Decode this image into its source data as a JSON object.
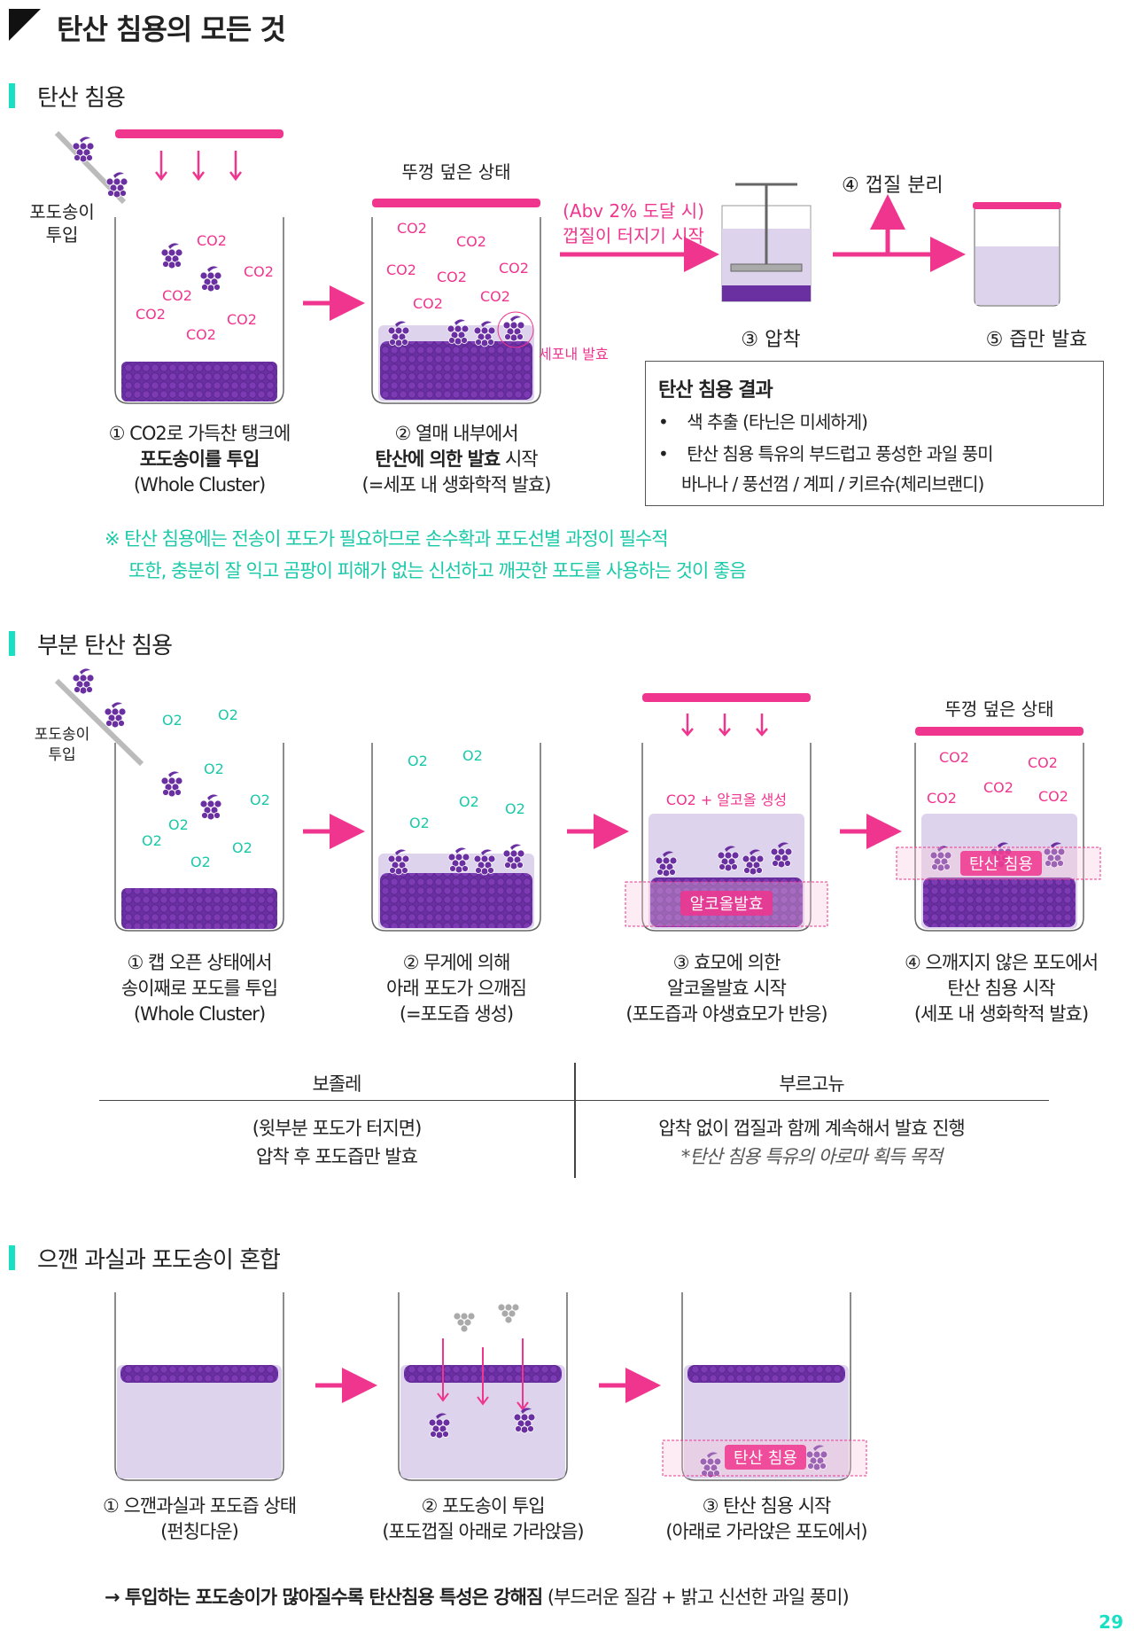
{
  "page": {
    "title": "탄산 침용의 모든 것",
    "page_number": "29"
  },
  "section1": {
    "title": "탄산 침용",
    "insert_label": "포도송이\n투입",
    "co2": "CO2",
    "lid_closed": "뚜껑 덮은 상태",
    "cell_ferment_tag": "세포내 발효",
    "burst_line1": "(Abv 2% 도달 시)",
    "burst_line2": "껍질이 터지기 시작",
    "press_label": "③ 압착",
    "skin_sep_label": "④ 껍질 분리",
    "juice_label": "⑤ 즙만 발효",
    "step1": {
      "line1": "① CO2로 가득찬 탱크에",
      "line2": "포도송이를 투입",
      "line3": "(Whole Cluster)"
    },
    "step2": {
      "line1": "② 열매 내부에서",
      "line2_bold": "탄산에 의한 발효",
      "line2_rest": " 시작",
      "line3": "(=세포 내 생화학적 발효)"
    },
    "result": {
      "title": "탄산 침용 결과",
      "item1": "색 추출 (타닌은 미세하게)",
      "item2": "탄산 침용 특유의 부드럽고 풍성한 과일 풍미",
      "item3": "바나나 / 풍선껌 / 계피 / 키르슈(체리브랜디)"
    },
    "note1": "※ 탄산 침용에는 전송이 포도가 필요하므로 손수확과 포도선별 과정이 필수적",
    "note2": "또한, 충분히 잘 익고 곰팡이 피해가 없는 신선하고 깨끗한 포도를 사용하는 것이 좋음"
  },
  "section2": {
    "title": "부분 탄산 침용",
    "insert_label": "포도송이\n투입",
    "o2": "O2",
    "co2": "CO2",
    "co2_alcohol": "CO2 + 알코올 생성",
    "alcohol_ferment": "알코올발효",
    "carbonic": "탄산 침용",
    "lid_closed": "뚜껑 덮은 상태",
    "step1": {
      "line1": "① 캡 오픈 상태에서",
      "line2": "송이째로 포도를 투입",
      "line3": "(Whole Cluster)"
    },
    "step2": {
      "line1": "② 무게에 의해",
      "line2": "아래 포도가 으깨짐",
      "line3": "(=포도즙 생성)"
    },
    "step3": {
      "line1": "③ 효모에 의한",
      "line2": "알코올발효 시작",
      "line3": "(포도즙과 야생효모가 반응)"
    },
    "step4": {
      "line1": "④ 으깨지지 않은 포도에서",
      "line2": "탄산 침용 시작",
      "line3": "(세포 내 생화학적 발효)"
    },
    "table": {
      "col1_header": "보졸레",
      "col2_header": "부르고뉴",
      "col1_line1": "(윗부분 포도가 터지면)",
      "col1_line2": "압착 후 포도즙만 발효",
      "col2_line1": "압착 없이 껍질과 함께 계속해서 발효 진행",
      "col2_line2": "*탄산 침용 특유의 아로마 획득 목적"
    }
  },
  "section3": {
    "title": "으깬 과실과 포도송이 혼합",
    "carbonic": "탄산 침용",
    "step1": {
      "line1": "① 으깬과실과 포도즙 상태",
      "line2": "(펀칭다운)"
    },
    "step2": {
      "line1": "② 포도송이 투입",
      "line2": "(포도껍질 아래로 가라앉음)"
    },
    "step3": {
      "line1": "③ 탄산 침용 시작",
      "line2": "(아래로 가라앉은 포도에서)"
    },
    "bottom_bold": "→ 투입하는 포도송이가 많아질수록 탄산침용 특성은 강해짐",
    "bottom_rest": " (부드러운 질감 + 밝고 신선한 과일 풍미)"
  },
  "colors": {
    "accent": "#f0358e",
    "mint": "#19e0c3",
    "grape": "#6a2fa0",
    "juice": "#ddd3ec"
  }
}
